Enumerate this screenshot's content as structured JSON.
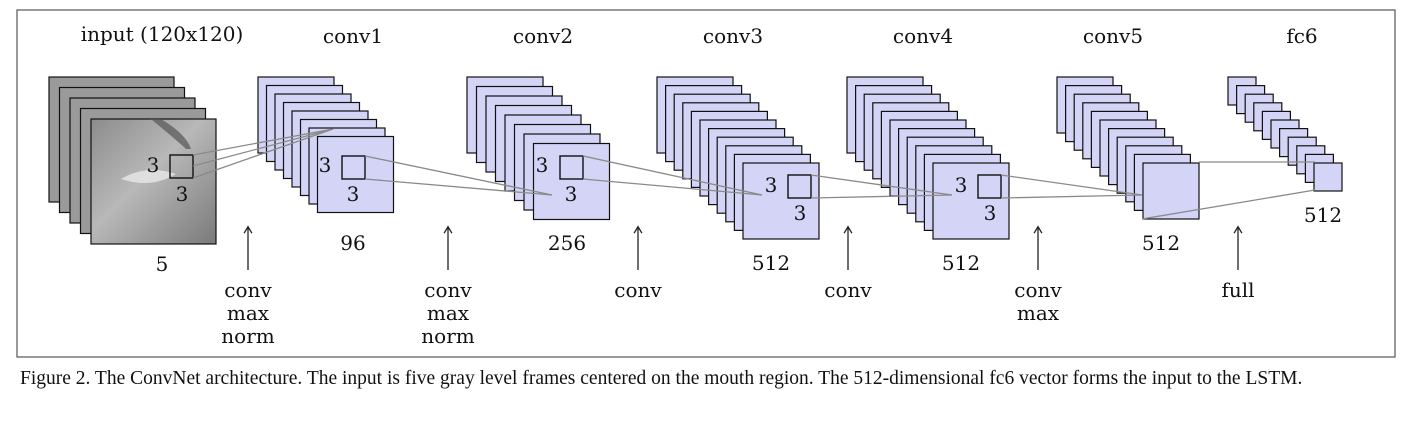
{
  "layers": [
    {
      "title": "input (120x120)",
      "count": "5"
    },
    {
      "title": "conv1",
      "count": "96",
      "ops": [
        "conv",
        "max",
        "norm"
      ]
    },
    {
      "title": "conv2",
      "count": "256",
      "ops": [
        "conv",
        "max",
        "norm"
      ]
    },
    {
      "title": "conv3",
      "count": "512",
      "ops": [
        "conv"
      ]
    },
    {
      "title": "conv4",
      "count": "512",
      "ops": [
        "conv"
      ]
    },
    {
      "title": "conv5",
      "count": "512",
      "ops": [
        "conv",
        "max"
      ]
    },
    {
      "title": "fc6",
      "count": "512",
      "ops": [
        "full"
      ]
    }
  ],
  "kernel_label": "3",
  "caption": "Figure 2. The ConvNet architecture. The input is five gray level frames centered on the mouth region. The 512-dimensional fc6 vector forms the input to the LSTM.",
  "colors": {
    "map_fill": "#d4d4f7",
    "frame_fill": "#9a9a9a",
    "line": "#8a8a8a"
  }
}
